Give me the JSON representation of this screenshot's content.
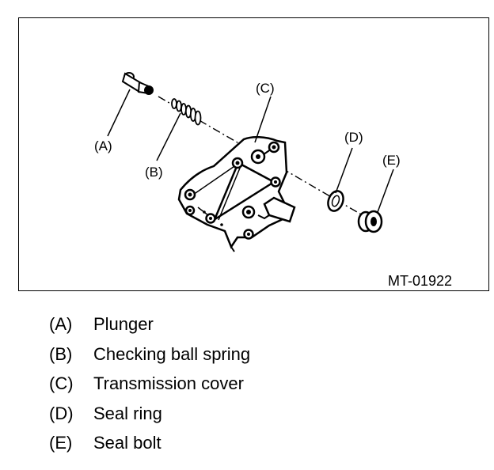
{
  "figure": {
    "id_label": "MT-01922",
    "callouts": {
      "a": "(A)",
      "b": "(B)",
      "c": "(C)",
      "d": "(D)",
      "e": "(E)"
    }
  },
  "legend": [
    {
      "key": "(A)",
      "text": "Plunger"
    },
    {
      "key": "(B)",
      "text": "Checking ball spring"
    },
    {
      "key": "(C)",
      "text": "Transmission cover"
    },
    {
      "key": "(D)",
      "text": "Seal ring"
    },
    {
      "key": "(E)",
      "text": "Seal bolt"
    }
  ]
}
